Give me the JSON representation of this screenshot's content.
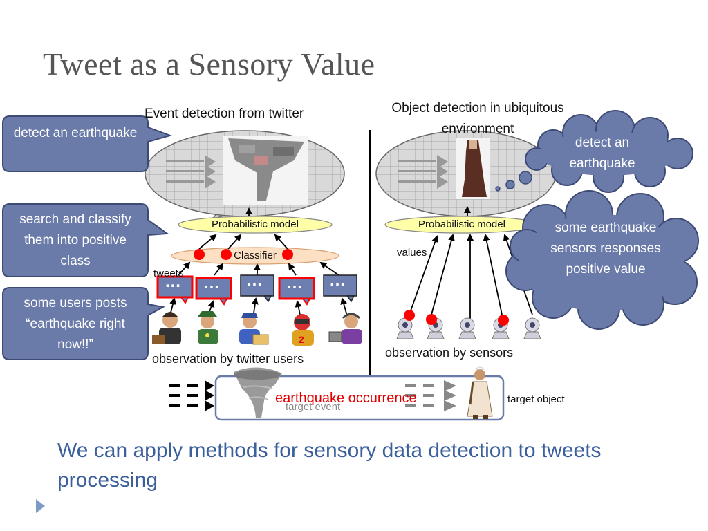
{
  "slide": {
    "title": "Tweet as a Sensory Value",
    "bottom_text": "We can apply methods for sensory data detection to tweets processing"
  },
  "left_panel": {
    "heading": "Event detection from twitter",
    "model_label": "Probabilistic model",
    "classifier_label": "Classifier",
    "tweets_label": "tweets",
    "observation_label": "observation by twitter users",
    "target_label": "target event",
    "tweet_glyph": "…"
  },
  "right_panel": {
    "heading": "Object detection in ubiquitous environment",
    "model_label": "Probabilistic model",
    "values_label": "values",
    "observation_label": "observation by sensors",
    "target_label": "target object"
  },
  "bottom_box": {
    "event_label": "earthquake occurrence"
  },
  "callouts": {
    "left": [
      {
        "text": "detect an earthquake"
      },
      {
        "text": "search and classify them into positive class"
      },
      {
        "text": "some users posts “earthquake right now!!”"
      }
    ],
    "right": [
      {
        "text": "detect an earthquake"
      },
      {
        "text": "some earthquake sensors responses positive value"
      }
    ]
  },
  "colors": {
    "callout_fill": "#6b7ba9",
    "callout_stroke": "#3d4a75",
    "model_fill": "#ffffa8",
    "classifier_fill": "#fde0c4",
    "tweet_fill": "#6d7eb0",
    "positive_marker": "#ff0000",
    "quake_text": "#e00000"
  },
  "icons": [
    "user-businessman-icon",
    "user-soldier-icon",
    "user-courier-icon",
    "user-racer-icon",
    "user-operator-icon",
    "webcam-sensor-icon",
    "tornado-icon",
    "person-icon"
  ]
}
